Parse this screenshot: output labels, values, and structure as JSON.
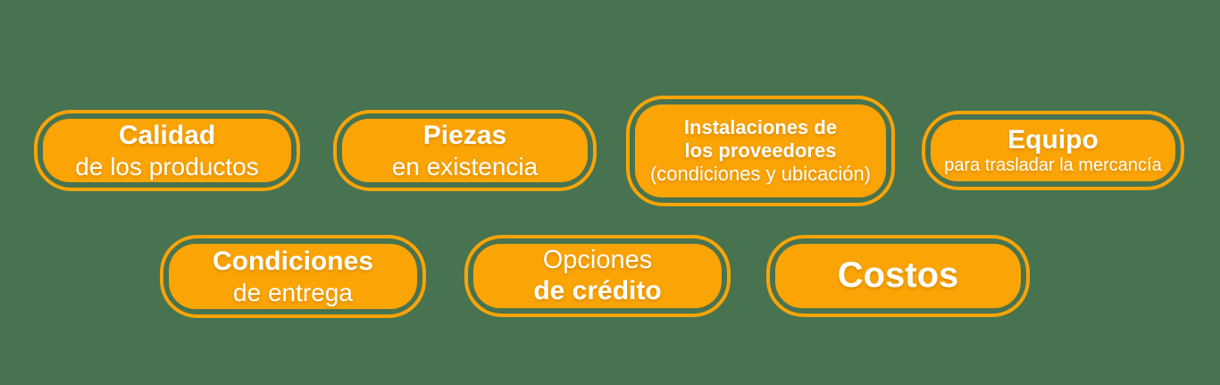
{
  "colors": {
    "background": "#487350",
    "badge": "#FBA405",
    "text": "#FFFFFF"
  },
  "badges": [
    {
      "name": "calidad-de-los-productos",
      "lines": [
        {
          "text": "Calidad",
          "bold": true,
          "size": 30
        },
        {
          "text": "de los productos",
          "bold": false,
          "size": 28
        }
      ]
    },
    {
      "name": "piezas-en-existencia",
      "lines": [
        {
          "text": "Piezas",
          "bold": true,
          "size": 30
        },
        {
          "text": "en existencia",
          "bold": false,
          "size": 28
        }
      ]
    },
    {
      "name": "instalaciones-de-los-proveedores",
      "lines": [
        {
          "text": "Instalaciones de",
          "bold": true,
          "size": 22
        },
        {
          "text": "los proveedores",
          "bold": true,
          "size": 22
        },
        {
          "text": "(condiciones y ubicación)",
          "bold": false,
          "size": 22
        }
      ]
    },
    {
      "name": "equipo-para-trasladar-la-mercancia",
      "lines": [
        {
          "text": "Equipo",
          "bold": true,
          "size": 30
        },
        {
          "text": "para trasladar la mercancía",
          "bold": false,
          "size": 20
        }
      ]
    },
    {
      "name": "condiciones-de-entrega",
      "lines": [
        {
          "text": "Condiciones",
          "bold": true,
          "size": 30
        },
        {
          "text": "de entrega",
          "bold": false,
          "size": 28
        }
      ]
    },
    {
      "name": "opciones-de-credito",
      "lines": [
        {
          "text": "Opciones",
          "bold": false,
          "size": 29
        },
        {
          "text": "de crédito",
          "bold": true,
          "size": 30
        }
      ]
    },
    {
      "name": "costos",
      "lines": [
        {
          "text": "Costos",
          "bold": true,
          "size": 40
        }
      ]
    }
  ]
}
